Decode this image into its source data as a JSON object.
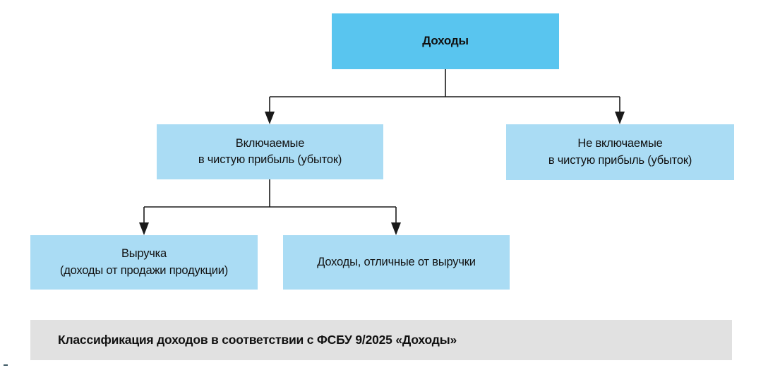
{
  "nodes": {
    "root": {
      "label": "Доходы"
    },
    "included": {
      "line1": "Включаемые",
      "line2": "в чистую прибыль (убыток)"
    },
    "not_included": {
      "line1": "Не включаемые",
      "line2": "в чистую прибыль (убыток)"
    },
    "revenue": {
      "line1": "Выручка",
      "line2": "(доходы от продажи продукции)"
    },
    "other_income": {
      "line1": "Доходы, отличные от выручки"
    }
  },
  "caption": {
    "text": "Классификация доходов в соответствии с ФСБУ 9/2025 «Доходы»"
  },
  "colors": {
    "root_fill": "#59c5ef",
    "child_fill": "#aadcf4",
    "caption_bg": "#e1e1e1",
    "line_color": "#1a1a1a",
    "text_color": "#111111"
  }
}
